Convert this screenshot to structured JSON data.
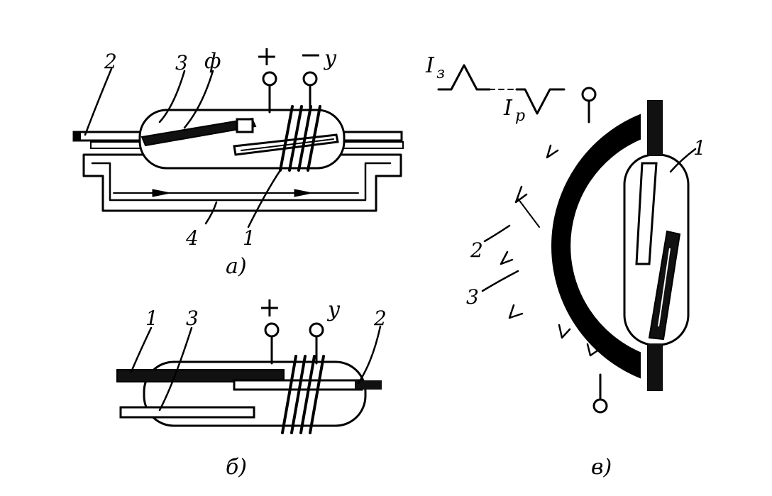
{
  "panel_a": {
    "caption": "а)",
    "labels": {
      "n1": "1",
      "n2": "2",
      "n3": "3",
      "n4": "4",
      "phi": "ф",
      "plus": "+",
      "minus": "−",
      "u": "у"
    }
  },
  "panel_b": {
    "caption": "б)",
    "labels": {
      "n1": "1",
      "n2": "2",
      "n3": "3",
      "plus": "+",
      "u": "у"
    }
  },
  "panel_v": {
    "caption": "в)",
    "labels": {
      "n1": "1",
      "n2": "2",
      "n3": "3",
      "i_z": "I",
      "i_z_sub": "з",
      "i_r": "I",
      "i_r_sub": "р"
    }
  }
}
